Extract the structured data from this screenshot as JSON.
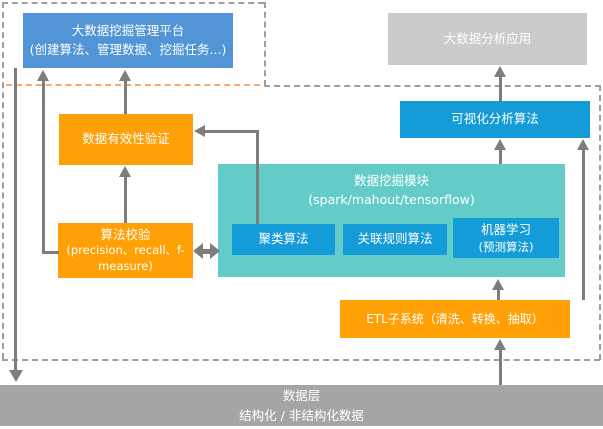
{
  "diagram": {
    "platform": {
      "title": "大数据挖掘管理平台",
      "subtitle": "(创建算法、管理数据、挖掘任务...)"
    },
    "analysis_app": {
      "title": "大数据分析应用"
    },
    "validation": {
      "title": "数据有效性验证"
    },
    "algorithm_check": {
      "title": "算法校验",
      "subtitle": "(precision、recall、f-measure)"
    },
    "visualization": {
      "title": "可视化分析算法"
    },
    "mining_module": {
      "title": "数据挖掘模块",
      "subtitle": "(spark/mahout/tensorflow)",
      "algorithms": [
        {
          "label": "聚类算法"
        },
        {
          "label": "关联规则算法"
        },
        {
          "label": "机器学习",
          "sublabel": "(预测算法)"
        }
      ]
    },
    "etl": {
      "title": "ETL子系统（清洗、转换、抽取）"
    },
    "data_layer": {
      "title": "数据层",
      "subtitle": "结构化 / 非结构化数据"
    },
    "colors": {
      "platform_blue": "#5295D6",
      "accent_blue": "#149CD8",
      "orange": "#FFA007",
      "teal": "#63CCC9",
      "app_gray": "#CBCBCB",
      "data_layer_gray": "#A5A5A5",
      "arrow_gray": "#7D7D7D",
      "dash_gray": "#9E9E9E",
      "dash_orange": "#F5A96F"
    }
  }
}
